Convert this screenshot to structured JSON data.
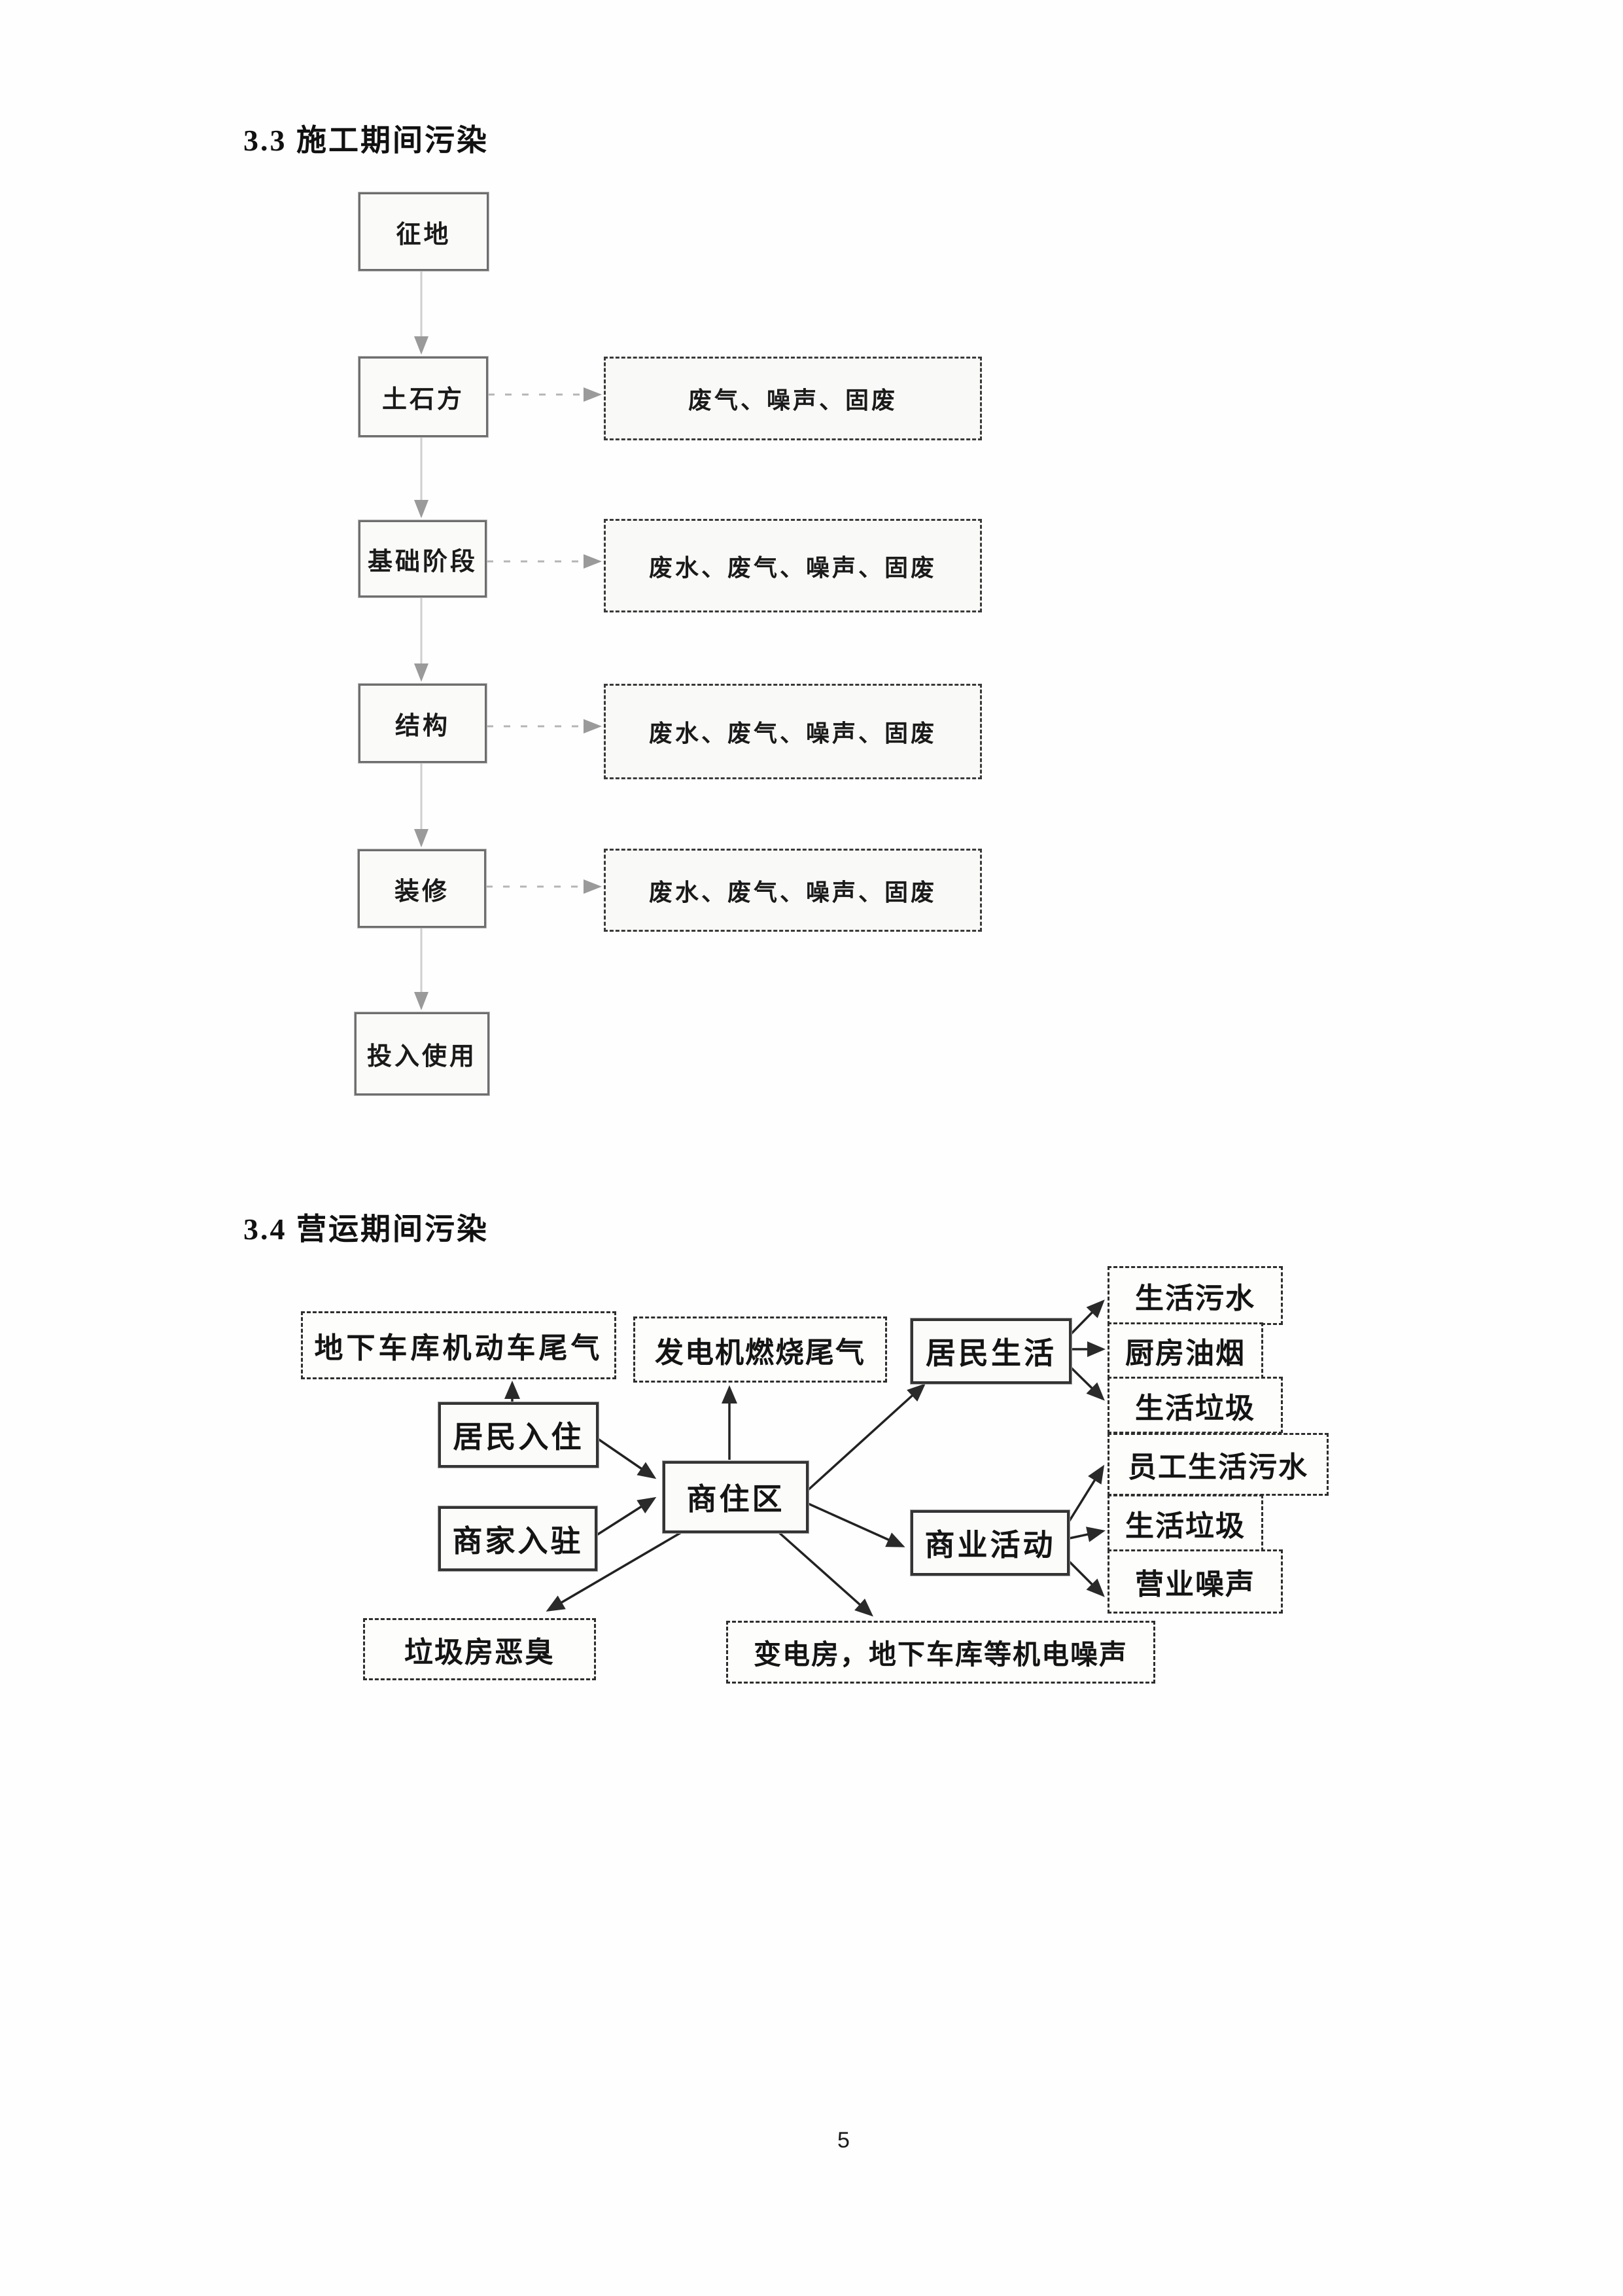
{
  "page": {
    "number": "5"
  },
  "colors": {
    "ink": "#1c1c1c",
    "box_border_dark": "#343434",
    "box_border_gray": "#6e6e6e",
    "connector_gray": "#b5b5b5",
    "arrow_black": "#222222"
  },
  "section1": {
    "title": "3.3 施工期间污染",
    "stages": [
      "征地",
      "土石方",
      "基础阶段",
      "结构",
      "装修",
      "投入使用"
    ],
    "outputs": [
      "废气、噪声、固废",
      "废水、废气、噪声、固废",
      "废水、废气、噪声、固废",
      "废水、废气、噪声、固废"
    ]
  },
  "section2": {
    "title": "3.4 营运期间污染",
    "nodes": {
      "garage_exhaust": "地下车库机动车尾气",
      "generator_exhaust": "发电机燃烧尾气",
      "resident_life": "居民生活",
      "domestic_sewage": "生活污水",
      "kitchen_fumes": "厨房油烟",
      "domestic_garbage1": "生活垃圾",
      "resident_movein": "居民入住",
      "central": "商住区",
      "merchant_movein": "商家入驻",
      "commercial_activity": "商业活动",
      "staff_sewage": "员工生活污水",
      "domestic_garbage2": "生活垃圾",
      "business_noise": "营业噪声",
      "garbage_odor": "垃圾房恶臭",
      "mechanical_noise": "变电房，地下车库等机电噪声"
    }
  }
}
